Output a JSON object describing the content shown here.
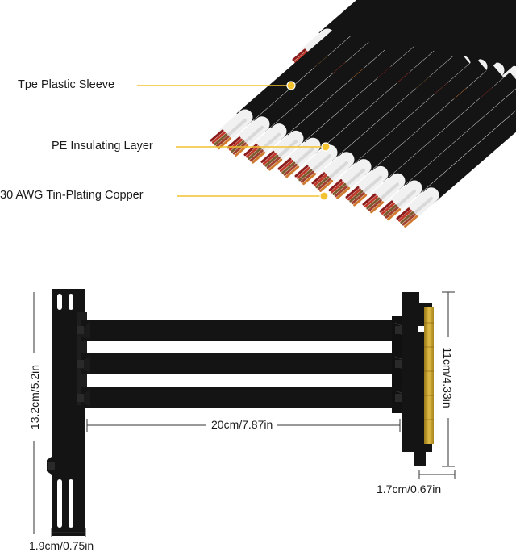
{
  "callouts": {
    "sleeve": "Tpe Plastic Sleeve",
    "insulating": "PE Insulating Layer",
    "copper": "30 AWG Tin-Plating Copper"
  },
  "dimensions": {
    "cable_length": "20cm/7.87in",
    "bracket_height": "13.2cm/5.2in",
    "bracket_width": "1.9cm/0.75in",
    "connector_height": "11cm/4.33in",
    "connector_width": "1.7cm/0.67in"
  },
  "colors": {
    "callout_line": "#f2c230",
    "cable_black": "#141414",
    "sleeve_white": "#f4f4f4",
    "gold_contacts": "#c9a227",
    "dimension_line": "#333333"
  }
}
